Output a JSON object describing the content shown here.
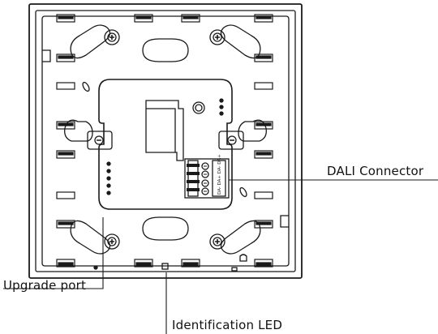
{
  "labels": {
    "dali_connector": "DALI Connector",
    "upgrade_port": "Upgrade port",
    "identification_led": "Identification LED"
  },
  "terminal_marks": [
    "DA-",
    "DA+",
    "DA-",
    "DA+"
  ]
}
